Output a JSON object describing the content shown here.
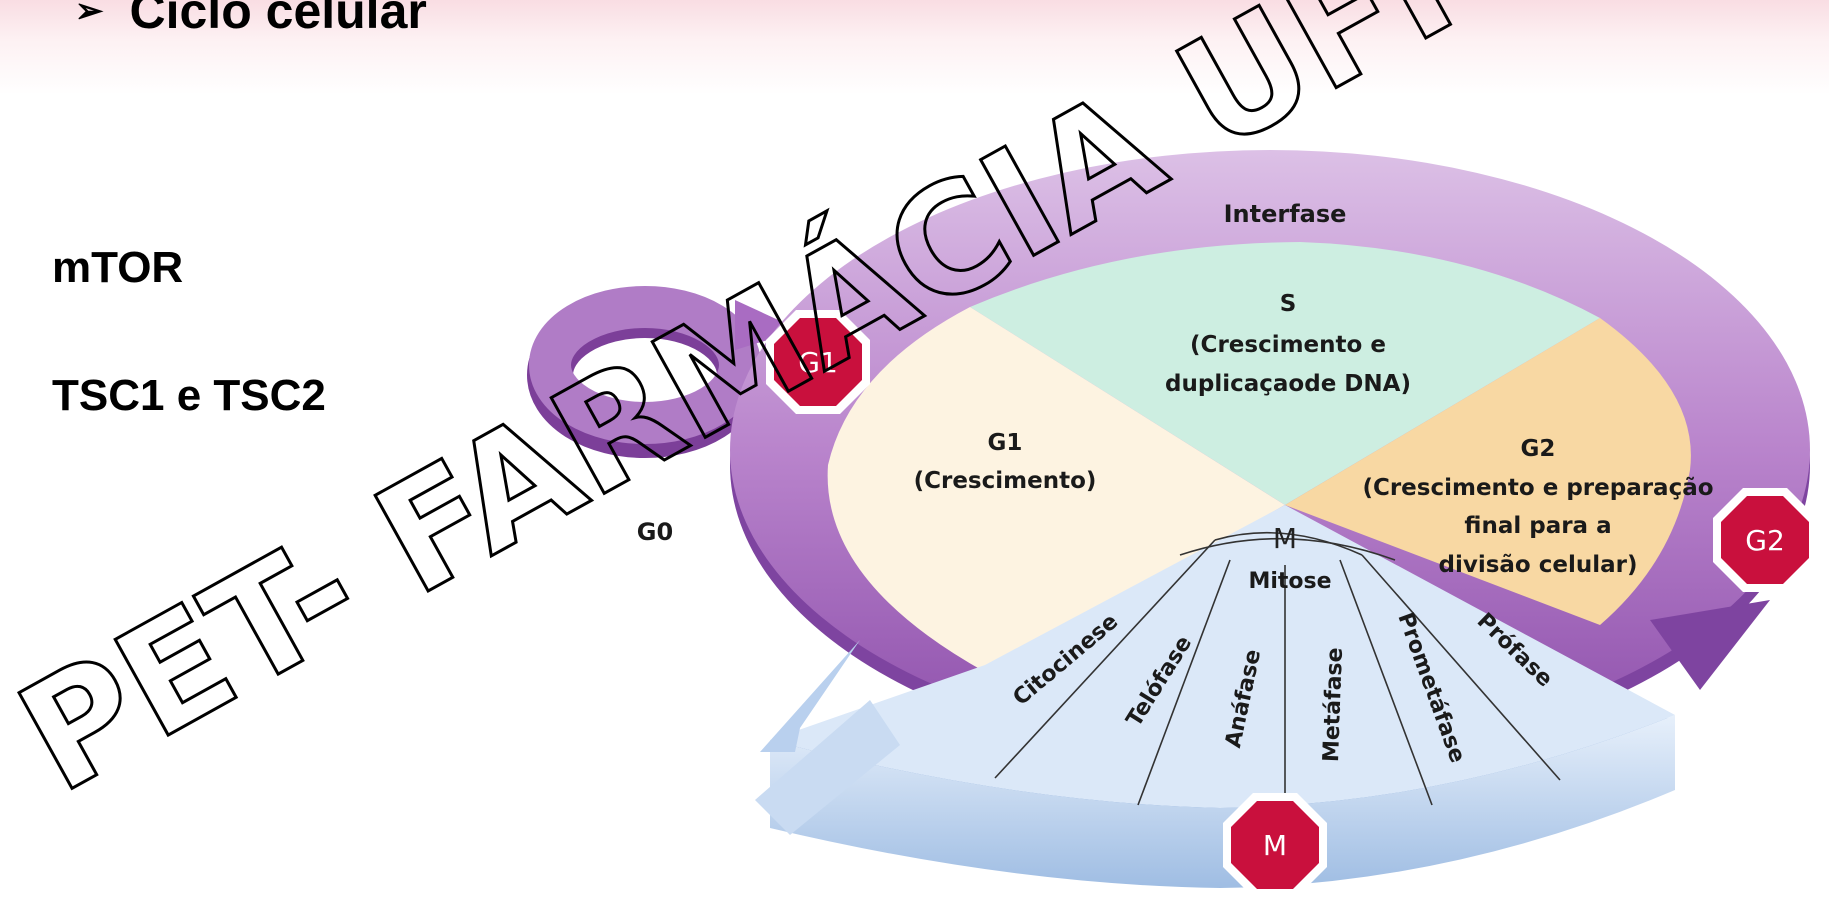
{
  "slide": {
    "title_bullet": "➢",
    "title": "Ciclo celular",
    "side_labels": [
      "mTOR",
      "TSC1 e TSC2"
    ]
  },
  "diagram": {
    "ring_label": "Interfase",
    "phases": {
      "s": {
        "name": "S",
        "line1": "(Crescimento e",
        "line2": "duplicaçaode DNA)"
      },
      "g1": {
        "name": "G1",
        "line1": "(Crescimento)"
      },
      "g2": {
        "name": "G2",
        "line1": "(Crescimento e preparação",
        "line2": "final para a",
        "line3": "divisão celular)"
      },
      "m_center": "M",
      "mitose": "Mitose"
    },
    "mitosis_stages": [
      "Citocinese",
      "Telófase",
      "Anáfase",
      "Metáfase",
      "Prometáfase",
      "Prófase"
    ],
    "checkpoints": {
      "g1": "G1",
      "g2": "G2",
      "m": "M"
    },
    "g0_label": "G0",
    "colors": {
      "s": "#cdeee1",
      "g1": "#fdf3e1",
      "g2": "#f8d8a3",
      "mitosis": "#dbe8f8",
      "ring": "#b47fc6",
      "stop": "#c9103d"
    }
  },
  "watermark": "PET- FARMÁCIA UFPB"
}
